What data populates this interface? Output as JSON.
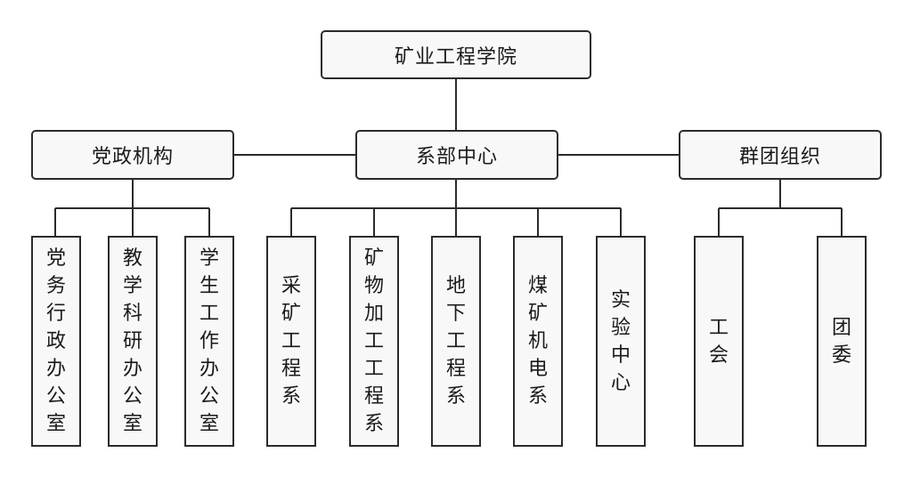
{
  "chart": {
    "root": "矿业工程学院",
    "branches": [
      {
        "label": "党政机构",
        "children": [
          "党务行政办公室",
          "教学科研办公室",
          "学生工作办公室"
        ]
      },
      {
        "label": "系部中心",
        "children": [
          "采矿工程系",
          "矿物加工工程系",
          "地下工程系",
          "煤矿机电系",
          "实验中心"
        ]
      },
      {
        "label": "群团组织",
        "children": [
          "工会",
          "团委"
        ]
      }
    ]
  },
  "colors": {
    "line": "#2b2b2b",
    "box_fill": "#f8f8f8",
    "text": "#1a1a1a"
  }
}
